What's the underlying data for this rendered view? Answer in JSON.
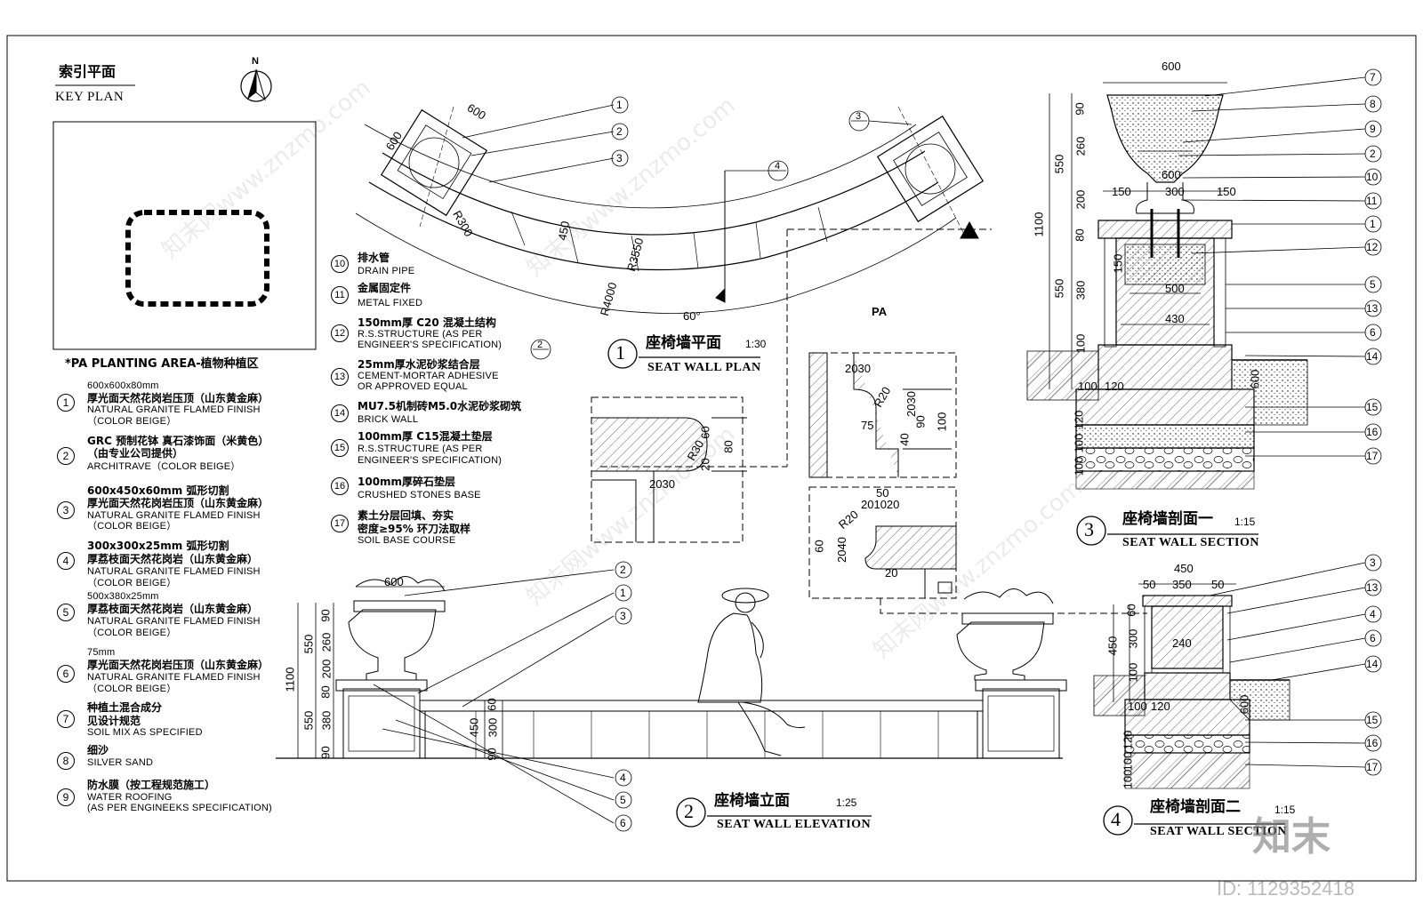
{
  "key_plan": {
    "title_cn": "索引平面",
    "title_en": "KEY PLAN",
    "north": "N",
    "pa_note": "*PA   PLANTING AREA-植物种植区"
  },
  "legend_left": [
    {
      "num": "1",
      "l1": "600x600x80mm",
      "l2": "厚光面天然花岗岩压顶（山东黄金麻）",
      "l3": "NATURAL GRANITE FLAMED FINISH",
      "l4": "（COLOR  BEIGE）"
    },
    {
      "num": "2",
      "l1": "GRC 预制花钵 真石漆饰面（米黄色）",
      "l2": "（由专业公司提供）",
      "l3": "ARCHITRAVE（COLOR BEIGE）",
      "l4": ""
    },
    {
      "num": "3",
      "l1": "600x450x60mm 弧形切割",
      "l2": "厚光面天然花岗岩压顶（山东黄金麻）",
      "l3": "NATURAL GRANITE FLAMED FINISH",
      "l4": "（COLOR  BEIGE）"
    },
    {
      "num": "4",
      "l1": "300x300x25mm 弧形切割",
      "l2": "厚荔枝面天然花岗岩（山东黄金麻）",
      "l3": "NATURAL GRANITE FLAMED FINISH",
      "l4": "（COLOR  BEIGE）"
    },
    {
      "num": "5",
      "l1": "500x380x25mm",
      "l2": "厚荔枝面天然花岗岩（山东黄金麻）",
      "l3": "NATURAL GRANITE FLAMED FINISH",
      "l4": "（COLOR  BEIGE）"
    },
    {
      "num": "6",
      "l1": "75mm",
      "l2": "厚光面天然花岗岩压顶（山东黄金麻）",
      "l3": "NATURAL GRANITE FLAMED FINISH",
      "l4": "（COLOR  BEIGE）"
    },
    {
      "num": "7",
      "l1": "种植土混合成分",
      "l2": "见设计规范",
      "l3": "SOIL MIX AS SPECIFIED",
      "l4": ""
    },
    {
      "num": "8",
      "l1": "细沙",
      "l2": "SILVER SAND",
      "l3": "",
      "l4": ""
    },
    {
      "num": "9",
      "l1": "防水膜（按工程规范施工）",
      "l2": "WATER ROOFING",
      "l3": "(AS PER ENGINEEKS SPECIFICATION)",
      "l4": ""
    }
  ],
  "legend_mid": [
    {
      "num": "10",
      "l1": "排水管",
      "l2": "DRAIN PIPE",
      "l3": ""
    },
    {
      "num": "11",
      "l1": "金属固定件",
      "l2": "METAL FIXED",
      "l3": ""
    },
    {
      "num": "12",
      "l1": "150mm厚 C20 混凝土结构",
      "l2": "R.S.STRUCTURE (AS PER",
      "l3": "ENGINEER'S SPECIFICATION)"
    },
    {
      "num": "13",
      "l1": "25mm厚水泥砂浆结合层",
      "l2": "CEMENT-MORTAR ADHESIVE",
      "l3": "OR APPROVED EQUAL"
    },
    {
      "num": "14",
      "l1": "MU7.5机制砖M5.0水泥砂浆砌筑",
      "l2": "BRICK WALL",
      "l3": ""
    },
    {
      "num": "15",
      "l1": "100mm厚 C15混凝土垫层",
      "l2": "R.S.STRUCTURE (AS PER",
      "l3": "ENGINEER'S SPECIFICATION)"
    },
    {
      "num": "16",
      "l1": "100mm厚碎石垫层",
      "l2": "CRUSHED STONES BASE",
      "l3": ""
    },
    {
      "num": "17",
      "l1": "素土分层回填、夯实",
      "l2": "密度≥95% 环刀法取样",
      "l3": "SOIL BASE COURSE"
    }
  ],
  "plan": {
    "num": "1",
    "title_cn": "座椅墙平面",
    "title_en": "SEAT WALL PLAN",
    "scale": "1:30",
    "dims": {
      "d600a": "600",
      "d600b": "600",
      "d450": "450",
      "r300": "R300",
      "r3550": "R3550",
      "r4000": "R4000",
      "angle": "60°",
      "pa": "PA"
    },
    "callouts": [
      "1",
      "2",
      "3"
    ],
    "sec3": "3",
    "sec4": "4",
    "sec2": "2"
  },
  "elevation": {
    "num": "2",
    "title_cn": "座椅墙立面",
    "title_en": "SEAT WALL ELEVATION",
    "scale": "1:25",
    "dims": {
      "top600": "600",
      "h1100": "1100",
      "h550a": "550",
      "h550b": "550",
      "h90a": "90",
      "h260": "260",
      "h200": "200",
      "h80": "80",
      "h380": "380",
      "h90b": "90",
      "h450": "450",
      "h60": "60",
      "h300": "300",
      "h90c": "90"
    },
    "callouts": [
      "2",
      "1",
      "3",
      "4",
      "5",
      "6"
    ]
  },
  "section1": {
    "num": "3",
    "title_cn": "座椅墙剖面一",
    "title_en": "SEAT WALL SECTION",
    "scale": "1:15",
    "dims": {
      "w600": "600",
      "w600b": "600",
      "w150a": "150",
      "w300": "300",
      "w150b": "150",
      "w500": "500",
      "w430": "430",
      "h90": "90",
      "h260": "260",
      "h200": "200",
      "h80": "80",
      "h150": "150",
      "h380": "380",
      "h100": "100",
      "h550a": "550",
      "h550b": "550",
      "h1100": "1100",
      "b100": "100",
      "b120": "120",
      "b600": "600",
      "s120": "120",
      "s100a": "100",
      "s100b": "100"
    },
    "callouts": [
      "7",
      "8",
      "9",
      "2",
      "10",
      "11",
      "1",
      "12",
      "5",
      "13",
      "6",
      "14",
      "15",
      "16",
      "17"
    ]
  },
  "section2": {
    "num": "4",
    "title_cn": "座椅墙剖面二",
    "title_en": "SEAT WALL SECTION",
    "scale": "1:15",
    "dims": {
      "w450": "450",
      "w50a": "50",
      "w350": "350",
      "w50b": "50",
      "w240": "240",
      "h60": "60",
      "h300": "300",
      "h450": "450",
      "h100": "100",
      "b100": "100",
      "b120": "120",
      "b600": "600",
      "s120": "120",
      "s100a": "100",
      "s100b": "100"
    },
    "callouts": [
      "3",
      "13",
      "4",
      "6",
      "14",
      "15",
      "16",
      "17"
    ]
  },
  "details": {
    "d1": {
      "r30": "R30",
      "d60": "60",
      "d80": "80",
      "d20": "20",
      "d2030": "2030"
    },
    "d2": {
      "d2030": "2030",
      "r20": "R20",
      "d75": "75",
      "d2030v": "2030",
      "d40": "40",
      "d90": "90",
      "d100": "100"
    },
    "d3": {
      "d50": "50",
      "d201020": "201020",
      "r20": "R20",
      "d60": "60",
      "d2040": "2040",
      "d20": "20"
    }
  },
  "watermark": {
    "text": "知末网www.znzmo.com",
    "logo": "知末",
    "id": "ID: 1129352418"
  }
}
